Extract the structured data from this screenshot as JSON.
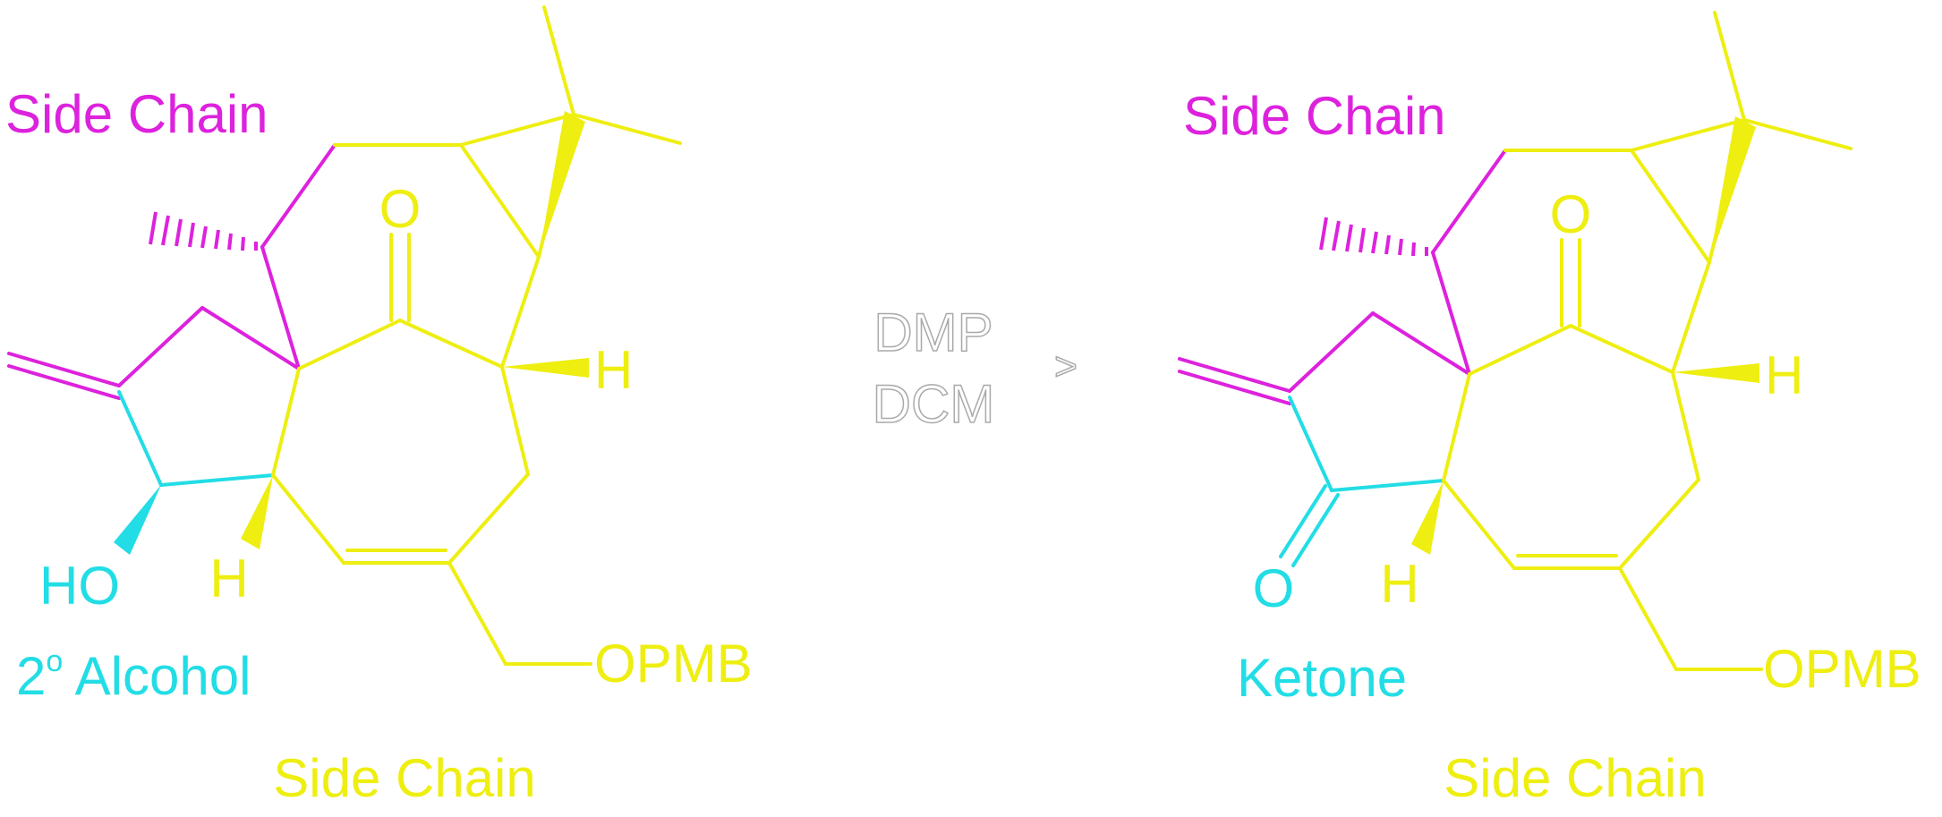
{
  "colors": {
    "background": "#ffffff",
    "magenta": "#dd22dd",
    "cyan": "#22dde5",
    "yellow": "#eeee11",
    "reagent_text_stroke": "#aaaaaa"
  },
  "reactant": {
    "label_side_chain_top": "Side Chain",
    "label_side_chain_bottom": "Side Chain",
    "label_functional_group": "2",
    "label_functional_group_sup": "o",
    "label_functional_group_rest": " Alcohol",
    "atom_oxygen_ketone": "O",
    "atom_h_right": "H",
    "atom_h_bottom": "H",
    "atom_ho": "HO",
    "atom_opmb": "OPMB"
  },
  "reagents": {
    "line1": "DMP",
    "line2": "DCM",
    "arrow_glyph": ">"
  },
  "product": {
    "label_side_chain_top": "Side Chain",
    "label_side_chain_bottom": "Side Chain",
    "label_functional_group": "Ketone",
    "atom_oxygen_ketone": "O",
    "atom_h_right": "H",
    "atom_h_bottom": "H",
    "atom_o": "O",
    "atom_opmb": "OPMB"
  }
}
